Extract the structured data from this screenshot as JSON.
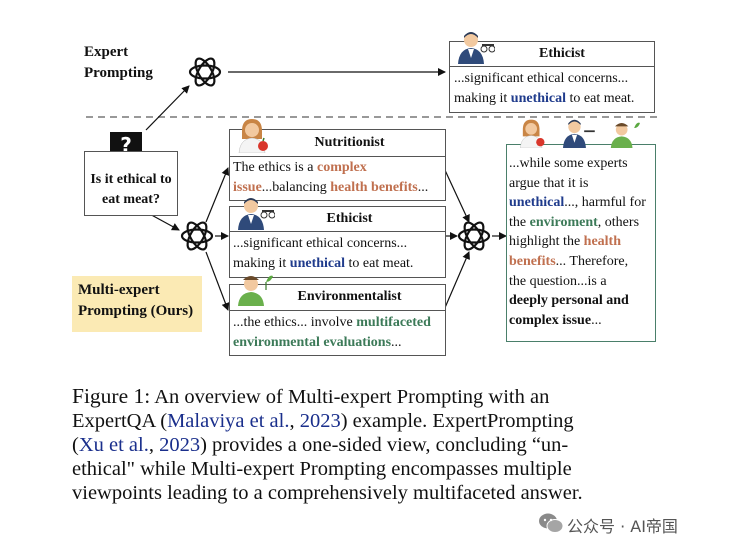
{
  "expert_prompting": {
    "label_line1": "Expert",
    "label_line2": "Prompting",
    "ethicist_box": {
      "title": "Ethicist",
      "line1": "...significant ethical concerns...",
      "line2_pre": "making it ",
      "line2_kw": "unethical",
      "line2_post": " to eat meat."
    }
  },
  "question": {
    "line1": "Is it ethical to",
    "line2": "eat meat?"
  },
  "multi_expert": {
    "label_line1": "Multi-expert",
    "label_line2": "Prompting (Ours)",
    "nutritionist": {
      "title": "Nutritionist",
      "l1_pre": "The ethics is a ",
      "l1_kw": "complex",
      "l2_kw": "issue",
      "l2_mid": "...balancing ",
      "l2_kw2": "health benefits",
      "l2_post": "..."
    },
    "ethicist": {
      "title": "Ethicist",
      "l1": "...significant ethical concerns...",
      "l2_pre": "making it ",
      "l2_kw": "unethical",
      "l2_post": " to eat meat."
    },
    "environmentalist": {
      "title": "Environmentalist",
      "l1_pre": "...the ethics... involve ",
      "l1_kw": "multifaceted",
      "l2_kw": "environmental evaluations",
      "l2_post": "..."
    },
    "final": {
      "l1": "...while some experts",
      "l2": "argue that it is",
      "l3_kw": "unethical",
      "l3_post": "..., harmful for",
      "l4_pre": "the ",
      "l4_kw": "enviroment",
      "l4_post": ", others",
      "l5_pre": "highlight the ",
      "l5_kw": "health",
      "l6_kw": "benefits",
      "l6_post": "... Therefore,",
      "l7": "the question...is a",
      "l8": "deeply personal and",
      "l9_kw": "complex issue",
      "l9_post": "..."
    }
  },
  "caption": {
    "fig": "Figure 1:",
    "l1_post": " An overview of Multi-expert Prompting with an",
    "l2_pre": "ExpertQA (",
    "l2_cite": "Malaviya et al.",
    "l2_mid": ", ",
    "l2_year": "2023",
    "l2_post": ") example. ExpertPrompting",
    "l3_pre": "(",
    "l3_cite": "Xu et al.",
    "l3_mid": ", ",
    "l3_year": "2023",
    "l3_post": ") provides a one-sided view, concluding “un-",
    "l4": "ethical\" while Multi-expert Prompting encompasses multiple",
    "l5": "viewpoints leading to a comprehensively multifaceted answer."
  },
  "watermark": "公众号 · AI帝国",
  "colors": {
    "keyword_dark_blue": "#1f3b8c",
    "keyword_brown": "#c0704f",
    "keyword_green": "#3c7a58",
    "label_bg": "#fbeab4",
    "final_border": "#4a7f6a",
    "citation": "#1a2f8c"
  },
  "icons": [
    "openai-logo-icon",
    "question-bubble-icon",
    "nutritionist-avatar-icon",
    "ethicist-avatar-icon",
    "environmentalist-avatar-icon",
    "wechat-icon"
  ]
}
